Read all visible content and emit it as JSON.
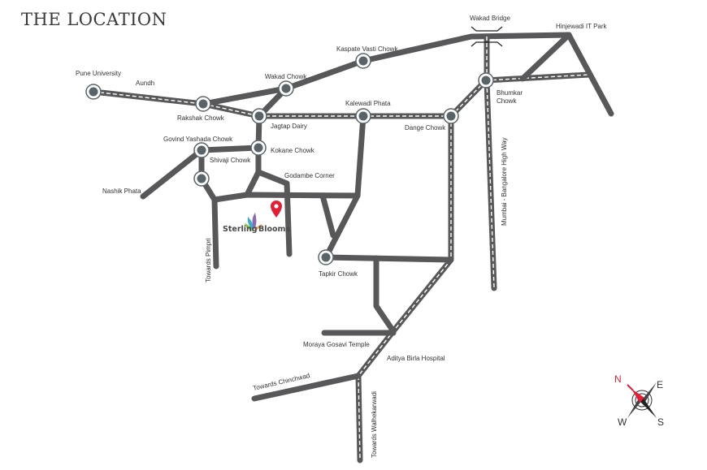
{
  "header": {
    "title": "THE LOCATION"
  },
  "project": {
    "name_part1": "Sterling",
    "name_part2": "Blooms",
    "pin_color": "#e21f36"
  },
  "labels": {
    "pune_university": "Pune University",
    "aundh": "Aundh",
    "rakshak_chowk": "Rakshak Chowk",
    "wakad_chowk": "Wakad Chowk",
    "kaspate_vasti_chowk": "Kaspate Vasti Chowk",
    "wakad_bridge": "Wakad Bridge",
    "hinjewadi_it_park": "Hinjewadi IT Park",
    "bhumkar_chowk_1": "Bhumkar",
    "bhumkar_chowk_2": "Chowk",
    "jagtap_dairy": "Jagtap Dairy",
    "kalewadi_phata": "Kalewadi Phata",
    "dange_chowk": "Dange Chowk",
    "govind_yashada_chowk": "Govind Yashada Chowk",
    "shivaji_chowk": "Shivaji Chowk",
    "kokane_chowk": "Kokane Chowk",
    "godambe_corner": "Godambe Corner",
    "nashik_phata": "Nashik Phata",
    "towards_pimpri": "Towards Pimpri",
    "tapkir_chowk": "Tapkir Chowk",
    "mumbai_bangalore_highway": "Mumbai - Bangalore High Way",
    "moraya_gosavi_temple": "Moraya Gosavi Temple",
    "aditya_birla_hospital": "Aditya Birla Hospital",
    "towards_chinchwad": "Towards Chinchwad",
    "towards_walhekarwadi": "Towards Walhekarwadi"
  },
  "compass": {
    "n": "N",
    "e": "E",
    "s": "S",
    "w": "W",
    "north_color": "#e21f36"
  },
  "colors": {
    "road": "#58585a",
    "node": "#5a6468",
    "title": "#3a3a3a"
  }
}
